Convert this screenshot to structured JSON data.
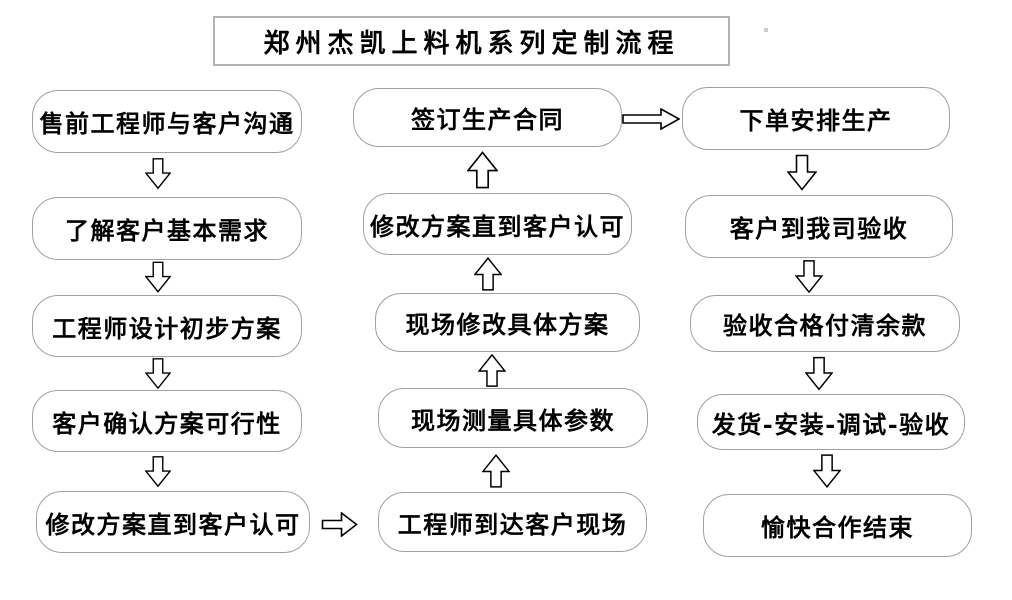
{
  "title": "郑州杰凯上料机系列定制流程",
  "flow": {
    "left": [
      "售前工程师与客户沟通",
      "了解客户基本需求",
      "工程师设计初步方案",
      "客户确认方案可行性",
      "修改方案直到客户认可"
    ],
    "middle": [
      "签订生产合同",
      "修改方案直到客户认可",
      "现场修改具体方案",
      "现场测量具体参数",
      "工程师到达客户现场"
    ],
    "right": [
      "下单安排生产",
      "客户到我司验收",
      "验收合格付清余款",
      "发货-安装-调试-验收",
      "愉快合作结束"
    ]
  },
  "flow_directions": {
    "left_column": "top-to-bottom (down arrows)",
    "middle_column": "bottom-to-top (up arrows)",
    "right_column": "top-to-bottom (down arrows)",
    "cross_links": [
      "left bottom box → right arrow → middle bottom box",
      "middle top box → right arrow → right top box"
    ]
  },
  "icons": {
    "down_arrow": "⇩",
    "up_arrow": "⇧",
    "right_arrow": "⇨"
  },
  "colors": {
    "canvas_bg": "#ffffff",
    "box_border": "#a0a0a0",
    "arrow_outline": "#000000",
    "text_color": "#000000"
  }
}
